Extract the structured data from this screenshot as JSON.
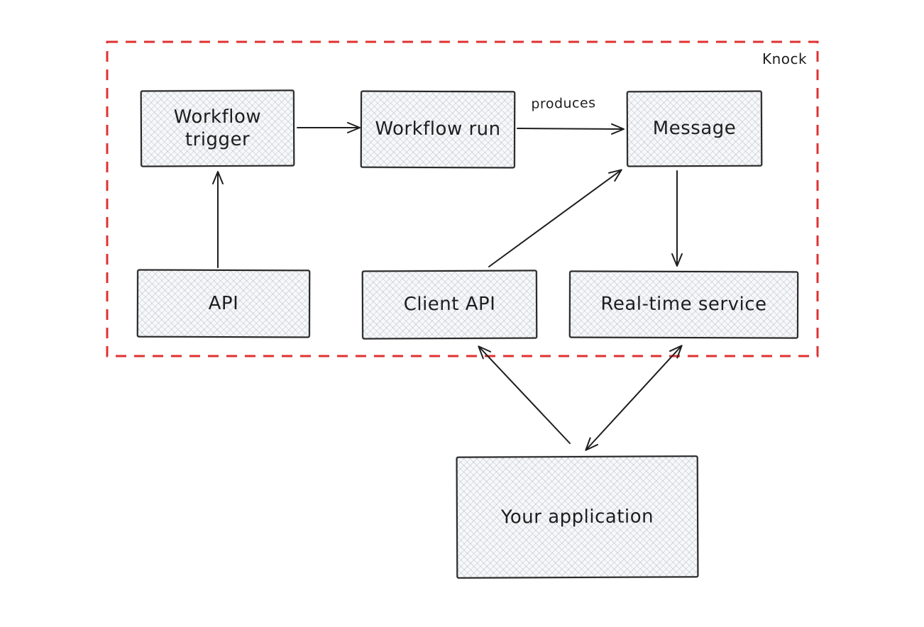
{
  "diagram": {
    "boundary": {
      "label": "Knock",
      "style": "dashed",
      "color": "#e03131"
    },
    "nodes": {
      "workflow_trigger": {
        "label": "Workflow trigger"
      },
      "workflow_run": {
        "label": "Workflow run"
      },
      "message": {
        "label": "Message"
      },
      "api": {
        "label": "API"
      },
      "client_api": {
        "label": "Client API"
      },
      "realtime_service": {
        "label": "Real-time service"
      },
      "your_application": {
        "label": "Your application"
      }
    },
    "edges": [
      {
        "from": "workflow_trigger",
        "to": "workflow_run",
        "label": "",
        "arrow": "forward"
      },
      {
        "from": "workflow_run",
        "to": "message",
        "label": "produces",
        "arrow": "forward"
      },
      {
        "from": "api",
        "to": "workflow_trigger",
        "label": "",
        "arrow": "forward"
      },
      {
        "from": "client_api",
        "to": "message",
        "label": "",
        "arrow": "forward"
      },
      {
        "from": "message",
        "to": "realtime_service",
        "label": "",
        "arrow": "forward"
      },
      {
        "from": "your_application",
        "to": "client_api",
        "label": "",
        "arrow": "forward"
      },
      {
        "from": "realtime_service",
        "to": "your_application",
        "label": "",
        "arrow": "both"
      }
    ],
    "colors": {
      "background": "#ffffff",
      "boundary": "#e03131",
      "stroke": "#1e1e1e",
      "node_fill": "#f7f8fa",
      "text": "#1e1e1e"
    }
  }
}
